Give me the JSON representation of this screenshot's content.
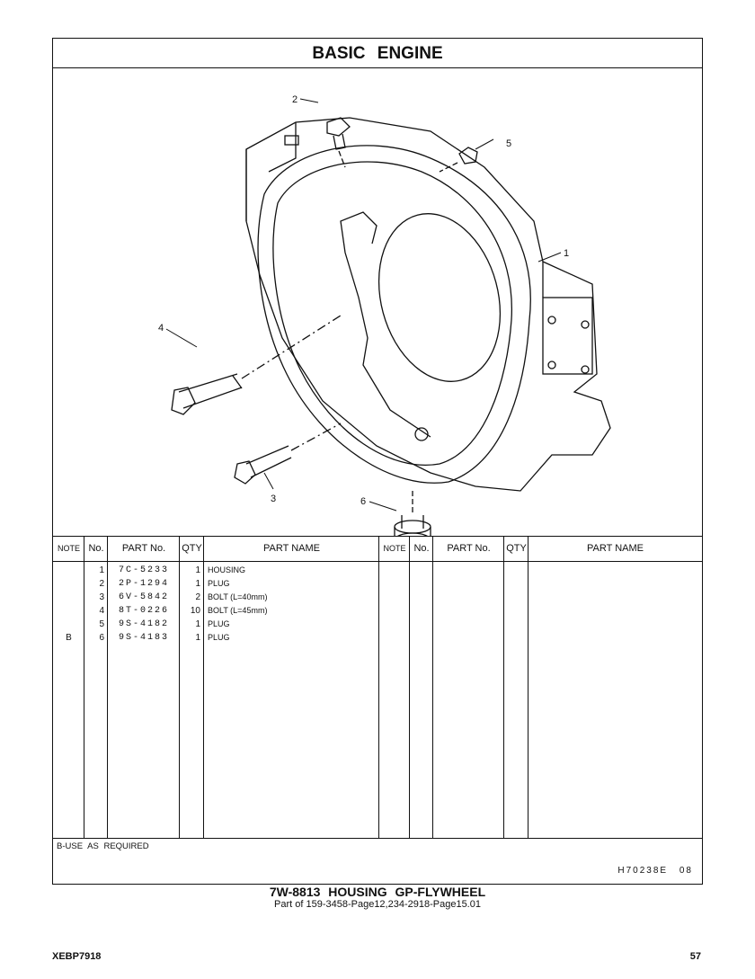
{
  "title": "BASIC ENGINE",
  "callouts": [
    "1",
    "2",
    "3",
    "4",
    "5",
    "6"
  ],
  "table": {
    "headers": [
      "NOTE",
      "No.",
      "PART No.",
      "QTY",
      "PART NAME",
      "NOTE",
      "No.",
      "PART No.",
      "QTY",
      "PART NAME"
    ],
    "rows": [
      {
        "note": "",
        "no": "1",
        "part_no": "7C-5233",
        "qty": "1",
        "name": "HOUSING"
      },
      {
        "note": "",
        "no": "2",
        "part_no": "2P-1294",
        "qty": "1",
        "name": "PLUG"
      },
      {
        "note": "",
        "no": "3",
        "part_no": "6V-5842",
        "qty": "2",
        "name": "BOLT (L=40mm)"
      },
      {
        "note": "",
        "no": "4",
        "part_no": "8T-0226",
        "qty": "10",
        "name": "BOLT (L=45mm)"
      },
      {
        "note": "",
        "no": "5",
        "part_no": "9S-4182",
        "qty": "1",
        "name": "PLUG"
      },
      {
        "note": "B",
        "no": "6",
        "part_no": "9S-4183",
        "qty": "1",
        "name": "PLUG"
      }
    ]
  },
  "notes": "B-USE AS REQUIRED",
  "illustration_ref": "H70238E 08",
  "caption": {
    "title": "7W-8813 HOUSING GP-FLYWHEEL",
    "subtitle": "Part of 159-3458-Page12,234-2918-Page15.01"
  },
  "footer": {
    "doc_id": "XEBP7918",
    "page": "57"
  }
}
